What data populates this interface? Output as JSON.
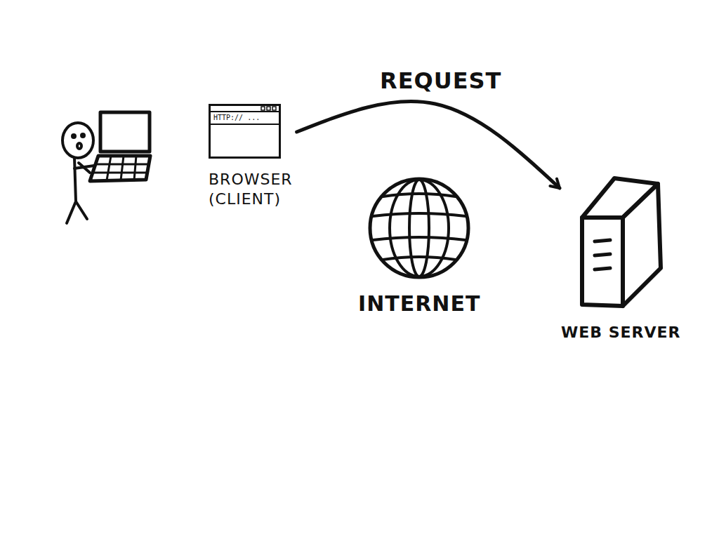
{
  "diagram": {
    "nodes": [
      {
        "text": [
          "HTTP:// ...",
          "BROWSER (CLIENT)"
        ]
      },
      {
        "text": [
          "INTERNET"
        ]
      },
      {
        "text": [
          "WEB SERVER"
        ]
      }
    ],
    "edges": [
      {
        "from": 0,
        "to": 2,
        "label": "REQUEST",
        "arrow": "to"
      }
    ]
  }
}
